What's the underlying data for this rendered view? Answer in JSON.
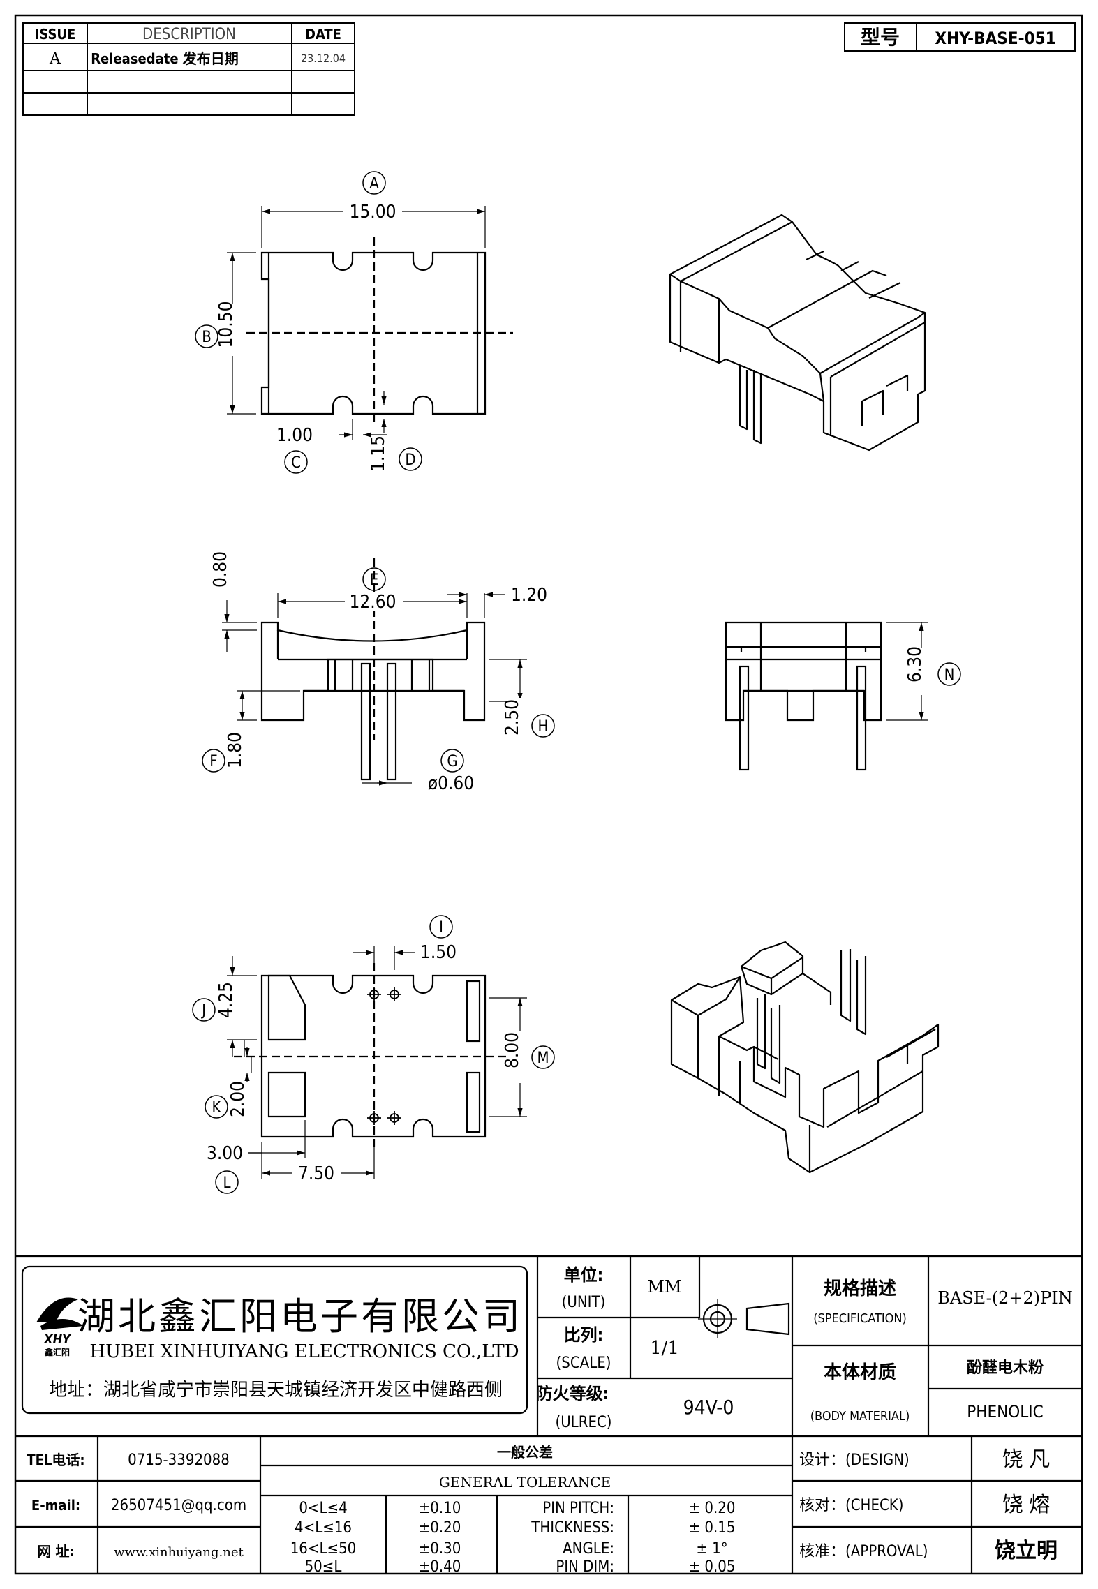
{
  "revision": {
    "headers": {
      "issue": "ISSUE",
      "description": "DESCRIPTION",
      "date": "DATE"
    },
    "rows": [
      {
        "issue": "A",
        "description": "Releasedate 发布日期",
        "date": "23.12.04"
      },
      {
        "issue": "",
        "description": "",
        "date": ""
      },
      {
        "issue": "",
        "description": "",
        "date": ""
      }
    ]
  },
  "model": {
    "label": "型号",
    "value": "XHY-BASE-051"
  },
  "dims": {
    "A": {
      "tag": "A",
      "value": "15.00"
    },
    "B": {
      "tag": "B",
      "value": "10.50"
    },
    "C": {
      "tag": "C",
      "value": "1.00"
    },
    "D": {
      "tag": "D",
      "value": "1.15"
    },
    "E": {
      "tag": "E",
      "value": "12.60"
    },
    "top_gap": {
      "value": "0.80"
    },
    "wall": {
      "value": "1.20"
    },
    "F": {
      "tag": "F",
      "value": "1.80"
    },
    "G": {
      "tag": "G",
      "value": "ø0.60"
    },
    "H": {
      "tag": "H",
      "value": "2.50"
    },
    "N": {
      "tag": "N",
      "value": "6.30"
    },
    "I": {
      "tag": "I",
      "value": "1.50"
    },
    "J": {
      "tag": "J",
      "value": "4.25"
    },
    "K": {
      "tag": "K",
      "value": "2.00"
    },
    "L": {
      "tag": "L",
      "value": "3.00"
    },
    "L2": {
      "value": "7.50"
    },
    "M": {
      "tag": "M",
      "value": "8.00"
    }
  },
  "company": {
    "name_cn": "湖北鑫汇阳电子有限公司",
    "name_en": "HUBEI XINHUIYANG ELECTRONICS CO.,LTD",
    "address": "地址：湖北省咸宁市崇阳县天城镇经济开发区中健路西侧",
    "logo_text": "XHY",
    "logo_sub": "鑫汇阳"
  },
  "titleblock": {
    "unit_cn": "单位:",
    "unit_en": "(UNIT)",
    "unit_value": "MM",
    "scale_cn": "比列:",
    "scale_en": "(SCALE)",
    "scale_value": "1/1",
    "fire_cn": "防火等级:",
    "fire_en": "(ULREC)",
    "fire_value": "94V-0",
    "spec_cn": "规格描述",
    "spec_en": "(SPECIFICATION)",
    "spec_value": "BASE-(2+2)PIN",
    "material_cn": "本体材质",
    "material_en": "(BODY MATERIAL)",
    "material_value_cn": "酚醛电木粉",
    "material_value_en": "PHENOLIC"
  },
  "contact": {
    "tel_label": "TEL电话:",
    "tel": "0715-3392088",
    "email_label": "E-mail:",
    "email": "26507451@qq.com",
    "web_label": "网   址:",
    "web": "www.xinhuiyang.net"
  },
  "tolerance": {
    "title_cn": "一般公差",
    "title_en": "GENERAL TOLERANCE",
    "ranges": [
      {
        "range": "0<L≤4",
        "tol": "±0.10"
      },
      {
        "range": "4<L≤16",
        "tol": "±0.20"
      },
      {
        "range": "16<L≤50",
        "tol": "±0.30"
      },
      {
        "range": "50≤L",
        "tol": "±0.40"
      }
    ],
    "specials": [
      {
        "name": "PIN PITCH:",
        "tol": "±  0.20"
      },
      {
        "name": "THICKNESS:",
        "tol": "±  0.15"
      },
      {
        "name": "ANGLE:",
        "tol": "±  1°"
      },
      {
        "name": "PIN DIM:",
        "tol": "±  0.05"
      }
    ]
  },
  "signoff": {
    "design_label": "设计：(DESIGN)",
    "design_name": "饶  凡",
    "check_label": "核对：(CHECK)",
    "check_name": "饶  熔",
    "approval_label": "核准：(APPROVAL)",
    "approval_name": "饶立明"
  }
}
